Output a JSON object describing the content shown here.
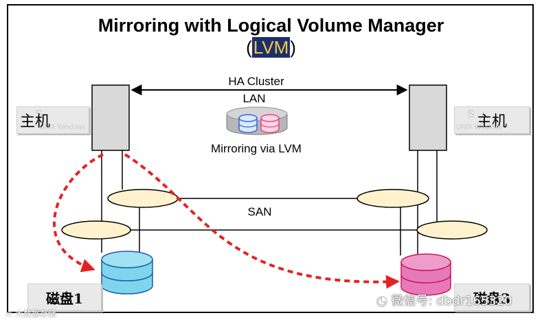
{
  "diagram": {
    "title": "Mirroring with Logical Volume Manager",
    "subtitle_open": "(",
    "subtitle_highlight": "LVM",
    "subtitle_close": ")",
    "ha_cluster_label": "HA Cluster",
    "lan_label": "LAN",
    "mirroring_label": "Mirroring via LVM",
    "san_label": "SAN",
    "host_left_label": "主机",
    "host_right_label": "主机",
    "host_left_ghost_top": "S",
    "host_left_ghost_bottom": "UNIX Windows",
    "host_right_ghost_top": "S",
    "host_right_ghost_bottom": "UNIX Windows",
    "disk_left_label": "磁盘1",
    "disk_right_label": "磁盘3",
    "watermark_text": "微信号: dbdr165320",
    "watermark_bl": "大数据存储"
  },
  "colors": {
    "border": "#000000",
    "host_box": "#d9d9d9",
    "switch_fill": "#fff2cc",
    "disk_left": "#7fd6ec",
    "disk_right": "#e879b8",
    "mirror_arrow": "#e32222",
    "mirror_disk_blue": "#4a86e8",
    "mirror_disk_red": "#f06292"
  }
}
